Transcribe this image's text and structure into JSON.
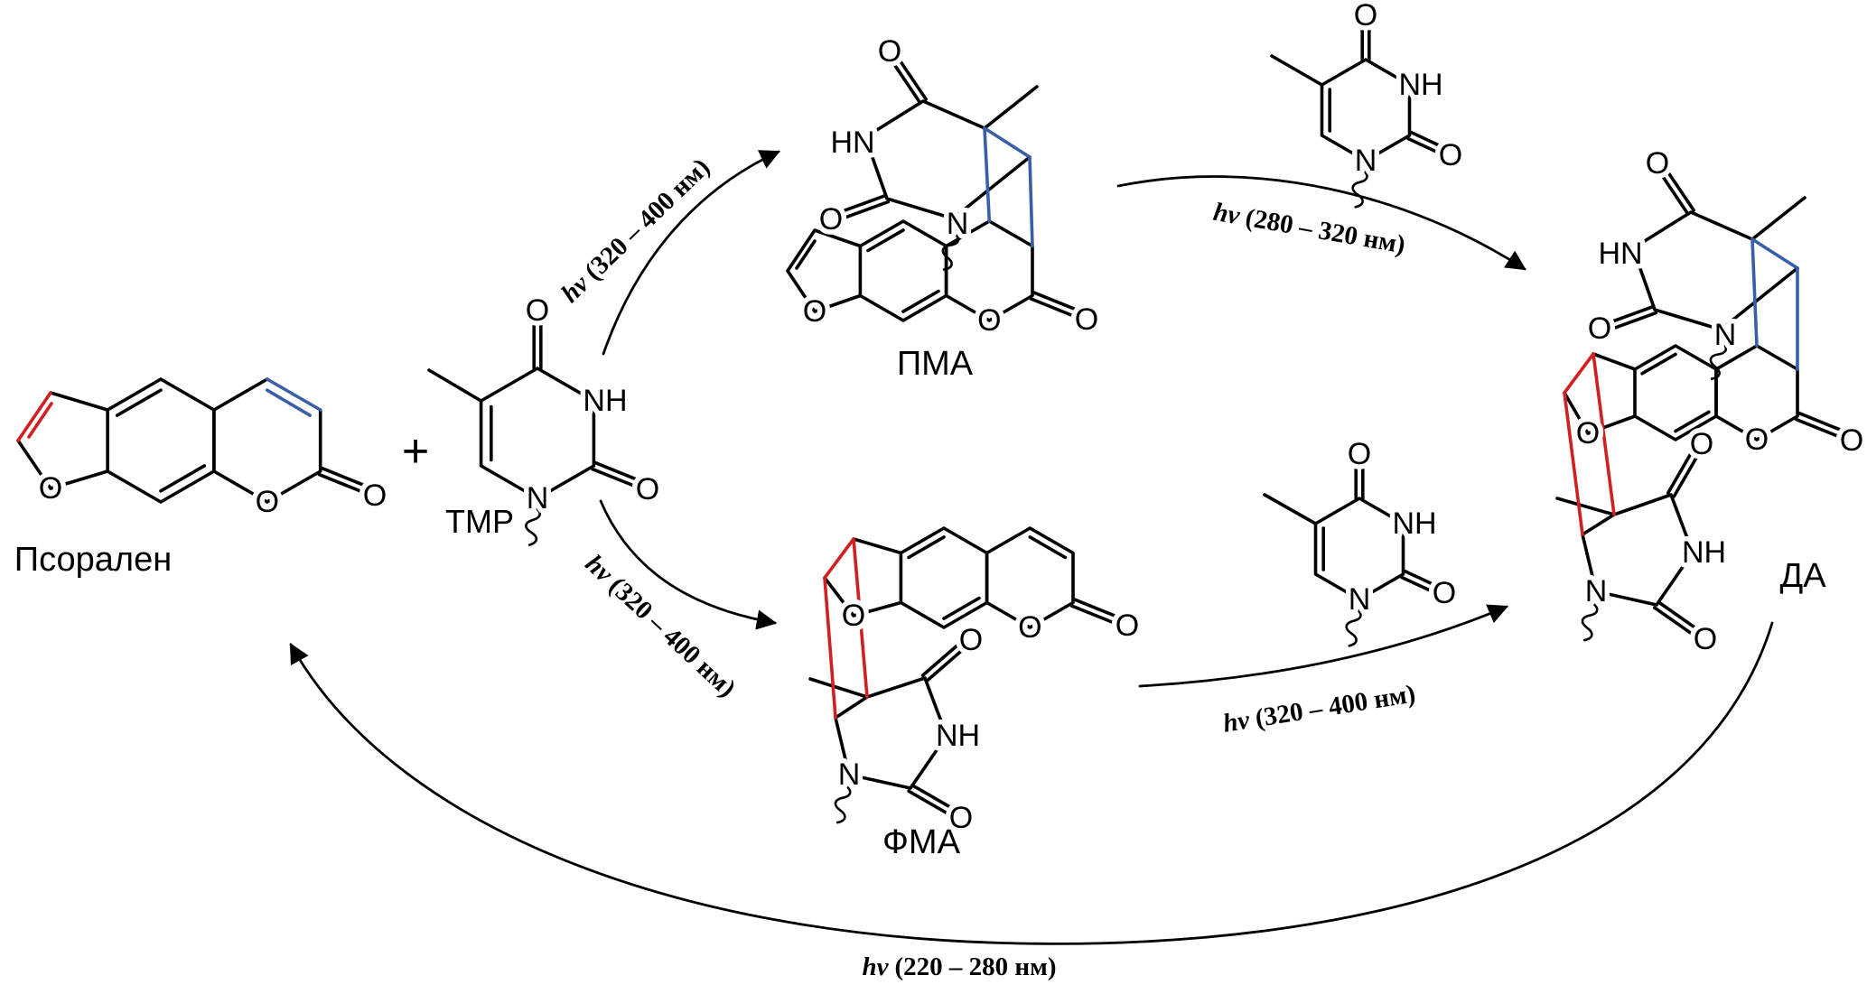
{
  "molecule_labels": {
    "psoralen": "Псорален",
    "tmp": "TMP",
    "pma": "ПМА",
    "fma": "ФМА",
    "da": "ДА"
  },
  "operators": {
    "plus": "+"
  },
  "atom_labels": {
    "O": "O",
    "N": "N",
    "NH": "NH",
    "HN": "HN"
  },
  "arrow_labels": {
    "hv": "hν",
    "tmp_to_pma": "(320 – 400 нм)",
    "tmp_to_fma": "(320 – 400 нм)",
    "pma_to_da": "(280 – 320 нм)",
    "fma_to_da": "(320 – 400 нм)",
    "da_to_psoralen": "(220 – 280 нм)"
  },
  "highlight_colors": {
    "furan_side": "#d21f1f",
    "pyrone_side": "#3a5fa8",
    "ink": "#000000"
  }
}
